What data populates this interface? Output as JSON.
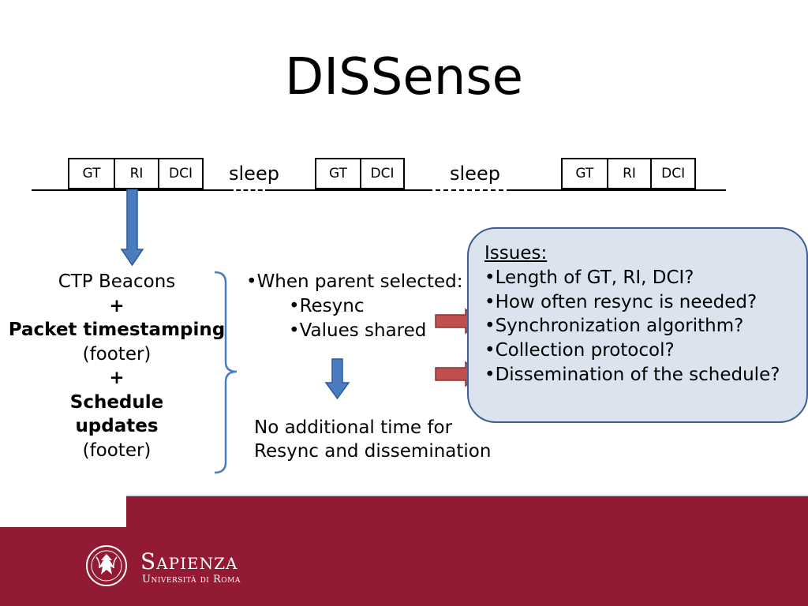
{
  "title": "DISSense",
  "timeline": {
    "slot1": [
      "GT",
      "RI",
      "DCI"
    ],
    "slot2": [
      "GT",
      "DCI"
    ],
    "slot3": [
      "GT",
      "RI",
      "DCI"
    ],
    "sleep1": "sleep",
    "sleep2": "sleep"
  },
  "ctp": {
    "line1": "CTP Beacons",
    "plus1": "+",
    "line2": "Packet timestamping",
    "line3": "(footer)",
    "plus2": "+",
    "line4": "Schedule",
    "line5": "updates",
    "line6": "(footer)"
  },
  "parent": {
    "line1": "•When parent selected:",
    "line2": "•Resync",
    "line3": "•Values shared"
  },
  "result": {
    "line1": "No additional time for",
    "line2": "Resync and dissemination"
  },
  "issues": {
    "heading": "Issues:",
    "items": [
      "•Length of GT, RI, DCI?",
      "•How often resync is needed?",
      "•Synchronization algorithm?",
      "•Collection protocol?",
      "•Dissemination of the schedule?"
    ]
  },
  "brand": {
    "name": "Sapienza",
    "subtitle": "Università di Roma"
  },
  "colors": {
    "arrow_blue": "#4a7cc0",
    "arrow_red": "#c0504d",
    "bracket": "#4a7cc0",
    "footer": "#921a32",
    "box_fill": "#dbe3ef",
    "box_border": "#3d5f92"
  }
}
